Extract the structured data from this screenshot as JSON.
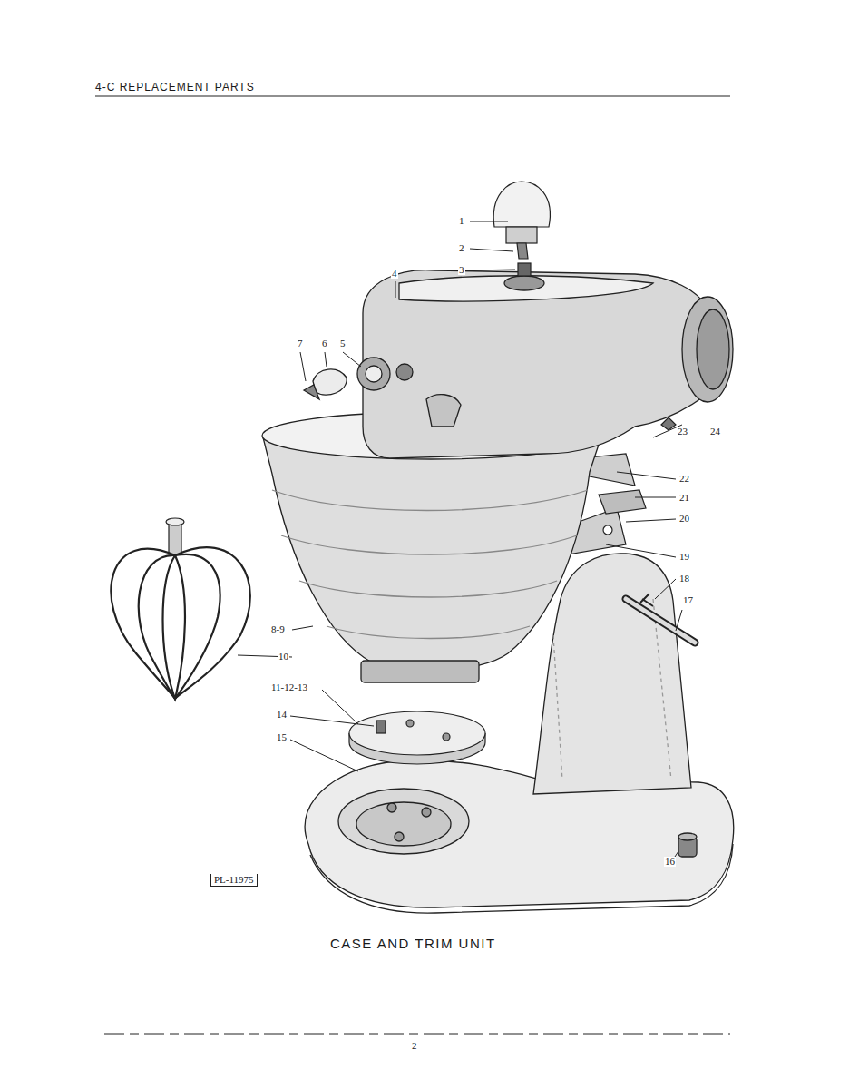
{
  "diagram": {
    "title": "4-C REPLACEMENT PARTS",
    "caption": "CASE AND TRIM UNIT",
    "labels": [
      "1",
      "2",
      "3",
      "4",
      "7",
      "6",
      "5",
      "23",
      "24",
      "22",
      "21",
      "20",
      "19",
      "18",
      "17",
      "8-9",
      "10",
      "11-12-13",
      "14",
      "15",
      "16",
      "PL-11975",
      "2"
    ]
  }
}
